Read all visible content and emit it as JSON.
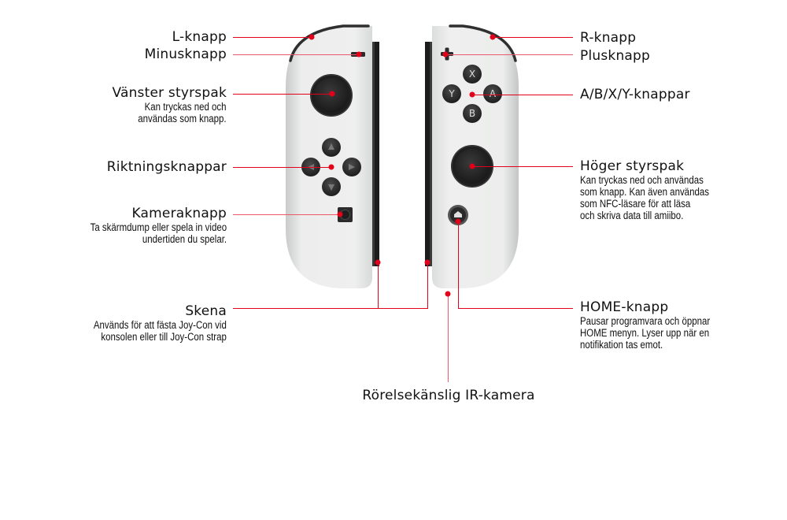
{
  "labels": {
    "l_button": {
      "title": "L-knapp"
    },
    "minus_button": {
      "title": "Minusknapp"
    },
    "left_stick": {
      "title": "Vänster styrspak",
      "desc": [
        "Kan tryckas ned och",
        "användas som knapp."
      ]
    },
    "dpad": {
      "title": "Riktningsknappar"
    },
    "capture_button": {
      "title": "Kameraknapp",
      "desc": [
        "Ta skärmdump eller spela in video",
        "undertiden du spelar."
      ]
    },
    "rail": {
      "title": "Skena",
      "desc": [
        "Används för att fästa Joy-Con vid",
        "konsolen eller till Joy-Con strap"
      ]
    },
    "r_button": {
      "title": "R-knapp"
    },
    "plus_button": {
      "title": "Plusknapp"
    },
    "abxy_buttons": {
      "title": "A/B/X/Y-knappar"
    },
    "right_stick": {
      "title": "Höger styrspak",
      "desc": [
        "Kan tryckas ned och användas",
        "som knapp. Kan även användas",
        "som NFC-läsare för att läsa",
        "och skriva data till amiibo."
      ]
    },
    "home_button": {
      "title": "HOME-knapp",
      "desc": [
        "Pausar programvara och öppnar",
        "HOME menyn. Lyser upp när en",
        "notifikation tas emot."
      ]
    },
    "ir_camera": {
      "title": "Rörelsekänslig IR-kamera"
    }
  },
  "face_buttons": {
    "x": "X",
    "y": "Y",
    "a": "A",
    "b": "B"
  },
  "colors": {
    "accent": "#e2001a",
    "body": "#e9eaea",
    "button": "#2b2b2b"
  }
}
